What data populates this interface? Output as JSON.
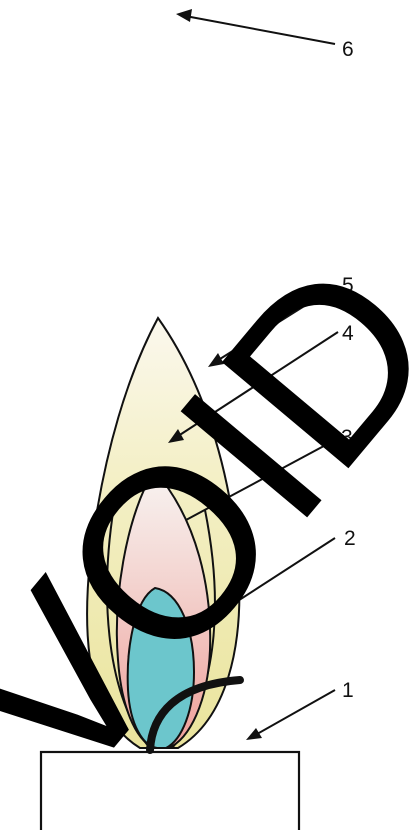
{
  "labels": {
    "l1": "1",
    "l2": "2",
    "l3": "3",
    "l4": "4",
    "l5": "5",
    "l6": "6",
    "watermark": "VOID"
  },
  "colors": {
    "outer_zone": "#eeeab0",
    "outer_zone_tip": "#fbf8ee",
    "middle_zone": "#f0b6b0",
    "middle_zone_top": "#f6f0ec",
    "inner_zone": "#6cc6cc",
    "outline": "#111111",
    "watermark": "#000000"
  }
}
